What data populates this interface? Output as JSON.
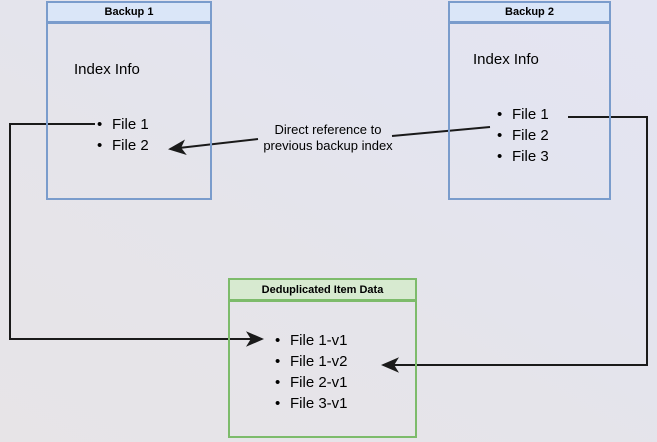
{
  "diagram": {
    "background": {
      "gradient_from": "#e7e4e7",
      "gradient_to": "#e4e5f2"
    },
    "colors": {
      "blue_border": "#7a9ccc",
      "blue_header_fill": "#dae6f8",
      "green_border": "#7dbb6b",
      "green_header_fill": "#d7ead0",
      "connector": "#1a1a1a"
    },
    "nodes": [
      {
        "id": "backup1",
        "header": "Backup 1",
        "title": "Index Info",
        "items": [
          "File 1",
          "File 2"
        ]
      },
      {
        "id": "backup2",
        "header": "Backup 2",
        "title": "Index Info",
        "items": [
          "File 1",
          "File 2",
          "File 3"
        ]
      },
      {
        "id": "dedup",
        "header": "Deduplicated Item Data",
        "title": "",
        "items": [
          "File 1-v1",
          "File 1-v2",
          "File 2-v1",
          "File 3-v1"
        ]
      }
    ],
    "edges": [
      {
        "id": "direct-reference",
        "label_line1": "Direct reference to",
        "label_line2": "previous backup index"
      }
    ]
  }
}
